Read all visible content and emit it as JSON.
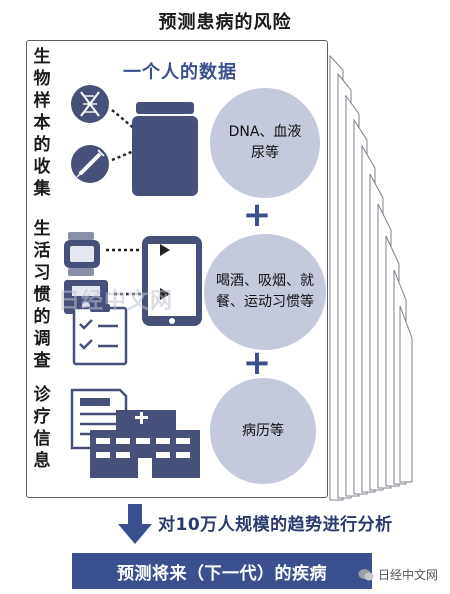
{
  "title": "预测患病的风险",
  "subtitle": "一个人的数据",
  "sections": [
    {
      "label": "生物样本的收集",
      "item": "DNA、血液尿等",
      "item_lines": [
        "DNA、血液",
        "尿等"
      ]
    },
    {
      "label": "生活习惯的调查",
      "item": "喝酒、吸烟、就餐、运动习惯等",
      "item_lines": [
        "喝酒、吸烟、就",
        "餐、运动习惯等"
      ]
    },
    {
      "label": "诊疗信息",
      "item": "病历等",
      "item_lines": [
        "病历等"
      ]
    }
  ],
  "plus_sign": "+",
  "trend_text": "对10万人规模的趋势进行分析",
  "predict_text": "预测将来（下一代）的疾病",
  "watermark": "日经中文网",
  "corner_label": "日经中文网",
  "colors": {
    "accent": "#3c4f8e",
    "circle": "#c5c9dc",
    "icon_dark": "#46507a",
    "border": "#5a5f6a"
  },
  "icons": [
    "dna-icon",
    "syringe-icon",
    "specimen-jar-icon",
    "watch-icon",
    "scale-icon",
    "clipboard-checklist-icon",
    "tablet-icon",
    "document-icon",
    "hospital-icon",
    "down-arrow-icon",
    "wechat-icon"
  ]
}
